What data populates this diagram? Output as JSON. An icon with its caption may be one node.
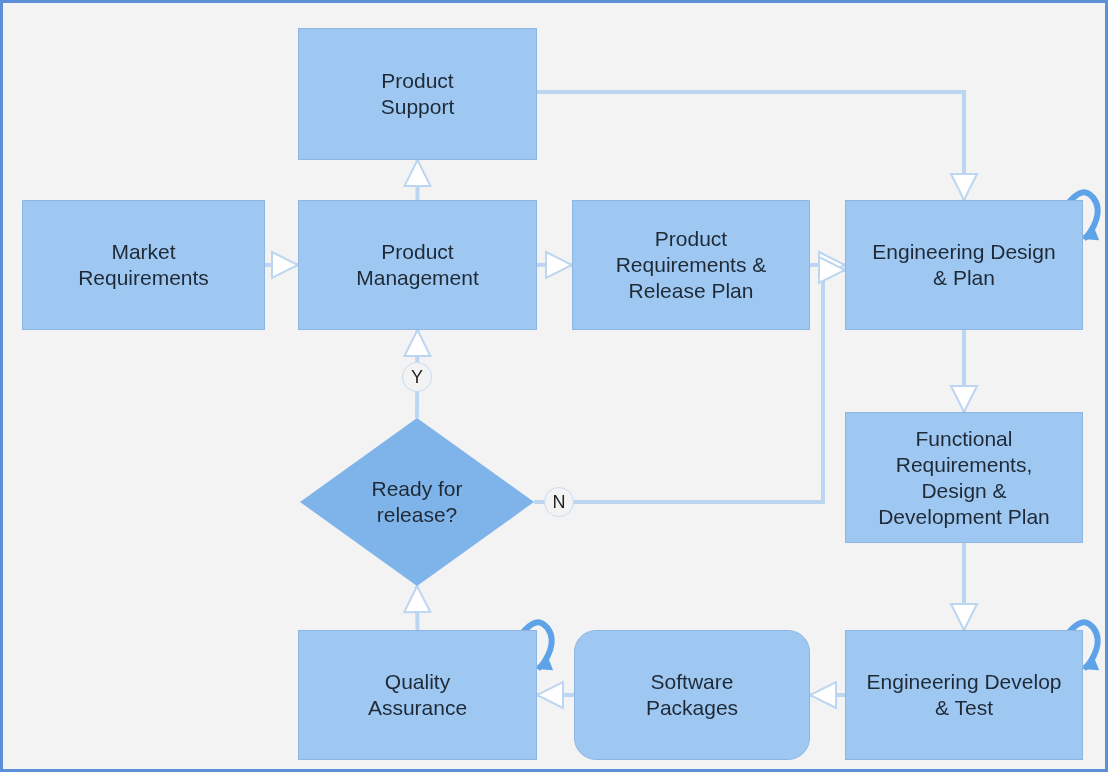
{
  "diagram": {
    "nodes": [
      {
        "text": [
          "Product Support"
        ]
      },
      {
        "text": [
          "Market Requirements"
        ]
      },
      {
        "text": [
          "Product Management"
        ]
      },
      {
        "text": [
          "Product Requirements & Release Plan"
        ]
      },
      {
        "text": [
          "Engineering Design & Plan"
        ]
      },
      {
        "text": [
          "Functional Requirements, Design & Development Plan"
        ]
      },
      {
        "text": [
          "Ready for release?"
        ]
      },
      {
        "text": [
          "Quality Assurance"
        ]
      },
      {
        "text": [
          "Software Packages"
        ]
      },
      {
        "text": [
          "Engineering Develop & Test"
        ]
      }
    ],
    "edges": [
      {
        "from": 1,
        "to": 2,
        "arrow": "to"
      },
      {
        "from": 2,
        "to": 0,
        "arrow": "to"
      },
      {
        "from": 2,
        "to": 3,
        "arrow": "to"
      },
      {
        "from": 3,
        "to": 4,
        "arrow": "to"
      },
      {
        "from": 0,
        "to": 4,
        "arrow": "to"
      },
      {
        "from": 4,
        "to": 5,
        "arrow": "to"
      },
      {
        "from": 5,
        "to": 9,
        "arrow": "to"
      },
      {
        "from": 9,
        "to": 8,
        "arrow": "to"
      },
      {
        "from": 8,
        "to": 7,
        "arrow": "to"
      },
      {
        "from": 7,
        "to": 6,
        "arrow": "to"
      },
      {
        "from": 6,
        "to": 2,
        "arrow": "to",
        "label": "Y"
      },
      {
        "from": 6,
        "to": 4,
        "arrow": "to",
        "label": "N"
      },
      {
        "from": 4,
        "to": 4,
        "arrow": "to",
        "color": "#5ea3e8"
      },
      {
        "from": 9,
        "to": 9,
        "arrow": "to",
        "color": "#5ea3e8"
      },
      {
        "from": 7,
        "to": 7,
        "arrow": "to",
        "color": "#5ea3e8"
      }
    ]
  }
}
